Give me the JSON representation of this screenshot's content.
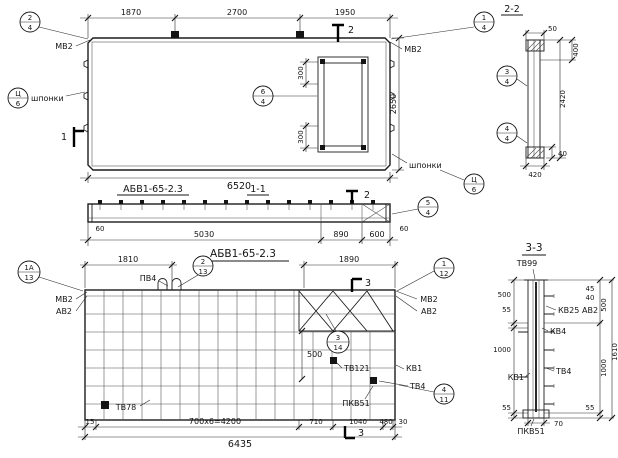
{
  "plan": {
    "dim_top_1": "1870",
    "dim_top_2": "2700",
    "dim_top_3": "1950",
    "dim_height": "2650",
    "dim_total": "6520",
    "dim_opening_top": "300",
    "dim_opening_bottom": "300",
    "label_mv2_left": "МВ2",
    "label_mv2_right": "МВ2",
    "label_shponki_left": "шпонки",
    "label_shponki_bottom": "шпонки",
    "callout_tl_num": "2",
    "callout_tl_den": "4",
    "callout_tr_num": "1",
    "callout_tr_den": "4",
    "callout_opening_num": "6",
    "callout_opening_den": "4",
    "callout_shponki_left_num": "Ц",
    "callout_shponki_left_den": "6",
    "callout_shponki_bottom_num": "Ц",
    "callout_shponki_bottom_den": "6",
    "section1_mark": "1",
    "section2_mark_top": "2"
  },
  "section22": {
    "title": "2-2",
    "callout_a_num": "3",
    "callout_a_den": "4",
    "callout_b_num": "4",
    "callout_b_den": "4",
    "dim_50": "50",
    "dim_400": "400",
    "dim_2420": "2420",
    "dim_40": "40",
    "dim_420": "420"
  },
  "section11": {
    "label": "АБВ1-65-2.3",
    "title": "1-1",
    "callout_num": "5",
    "callout_den": "4",
    "dim_60_left": "60",
    "dim_60_right": "60",
    "dim_1": "5030",
    "dim_2": "890",
    "dim_3": "600",
    "section2_mark": "2"
  },
  "rebar": {
    "title": "АБВ1-65-2.3",
    "dim_top_left": "1810",
    "dim_top_right": "1890",
    "callout_1a_num": "1А",
    "callout_1a_den": "13",
    "callout_2_num": "2",
    "callout_2_den": "13",
    "callout_1_num": "1",
    "callout_1_den": "12",
    "callout_3_num": "3",
    "callout_3_den": "14",
    "callout_4_num": "4",
    "callout_4_den": "11",
    "label_pv4": "ПВ4",
    "label_mv2_left": "МВ2",
    "label_av2_left": "АВ2",
    "label_mv2_right": "МВ2",
    "label_av2_right": "АВ2",
    "label_kv1": "КВ1",
    "label_tv121": "ТВ121",
    "label_tv4": "ТВ4",
    "label_pkv51": "ПКВ51",
    "label_tv78": "ТВ78",
    "dim_500": "500",
    "dim_b1": "15",
    "dim_b2": "700x6=4200",
    "dim_b3": "710",
    "dim_b4": "1040",
    "dim_b5": "480",
    "dim_b6": "30",
    "dim_total": "6435",
    "section3_mark_top": "3",
    "section3_mark_bottom": "3"
  },
  "section33": {
    "title": "3-3",
    "label_tv99": "ТВ99",
    "label_kv25": "КВ25",
    "label_av2": "АВ2",
    "label_kv4": "КВ4",
    "label_tv4": "ТВ4",
    "label_kv1": "КВ1",
    "label_pkv51": "ПКВ51",
    "dim_l1": "500",
    "dim_l2": "55",
    "dim_l3": "1000",
    "dim_l4": "55",
    "dim_r1": "45",
    "dim_r2": "40",
    "dim_r3": "500",
    "dim_r4": "1000",
    "dim_r5": "55",
    "dim_total": "1610",
    "dim_70": "70"
  }
}
